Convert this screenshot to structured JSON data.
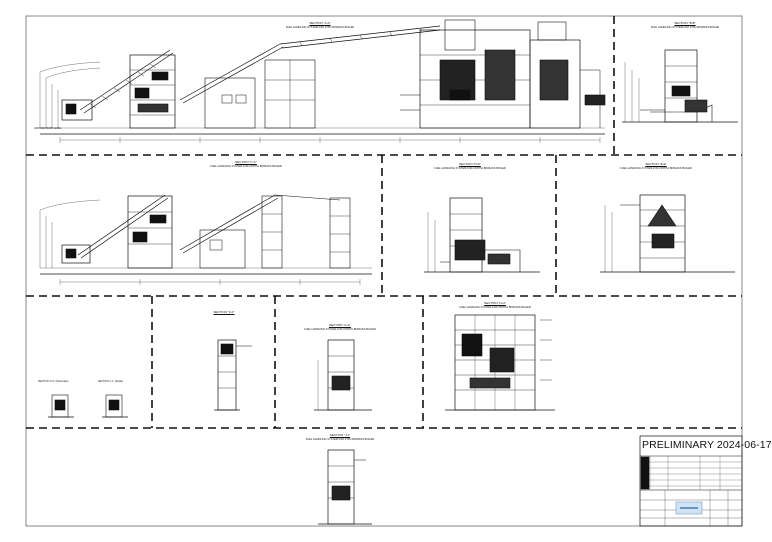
{
  "sheet": {
    "status_stamp": "PRELIMINARY 2024-06-17"
  },
  "sections": {
    "top_main": {
      "title": "SECTION \"A-A\"",
      "subtitle": "FUEL HANDLING SYSTEM FOR 4TPH BIOMASS BOILER"
    },
    "top_right": {
      "title": "SECTION \"B-B\"",
      "subtitle": "FUEL HANDLING SYSTEM FOR 4TPH BIOMASS BOILER"
    },
    "mid_left": {
      "title": "SECTION \"C-C\"",
      "subtitle": "FUEL HANDLING SYSTEM FOR 2X6TPH BIOMASS BOILER"
    },
    "mid_center": {
      "title": "SECTION \"D-D\"",
      "subtitle": "FUEL HANDLING SYSTEM FOR 2X6TPH BIOMASS BOILER"
    },
    "mid_right": {
      "title": "SECTION \"E-E\"",
      "subtitle": "FUEL HANDLING SYSTEM FOR 2X6TPH BIOMASS BOILER"
    },
    "bot_small": {
      "title": "SECTION \"F-F\""
    },
    "bot_tower": {
      "title": "SECTION \"G-G\"",
      "subtitle": "FUEL HANDLING SYSTEM FOR 2X6TPH BIOMASS BOILER"
    },
    "bot_large": {
      "title": "SECTION \"H-H\"",
      "subtitle": "FUEL HANDLING SYSTEM FOR 2X6TPH BIOMASS BOILER"
    },
    "bottom_center": {
      "title": "SECTION \"J-J\"",
      "subtitle": "FUEL HANDLING SYSTEM FOR 4TPH BIOMASS BOILER"
    },
    "detail_a": {
      "title": "SECTION \"K-K\" (Schematic)"
    },
    "detail_b": {
      "title": "SECTION \"L-L\" (Detail)"
    },
    "ground_note": "GROUND FINISH LEVEL"
  }
}
